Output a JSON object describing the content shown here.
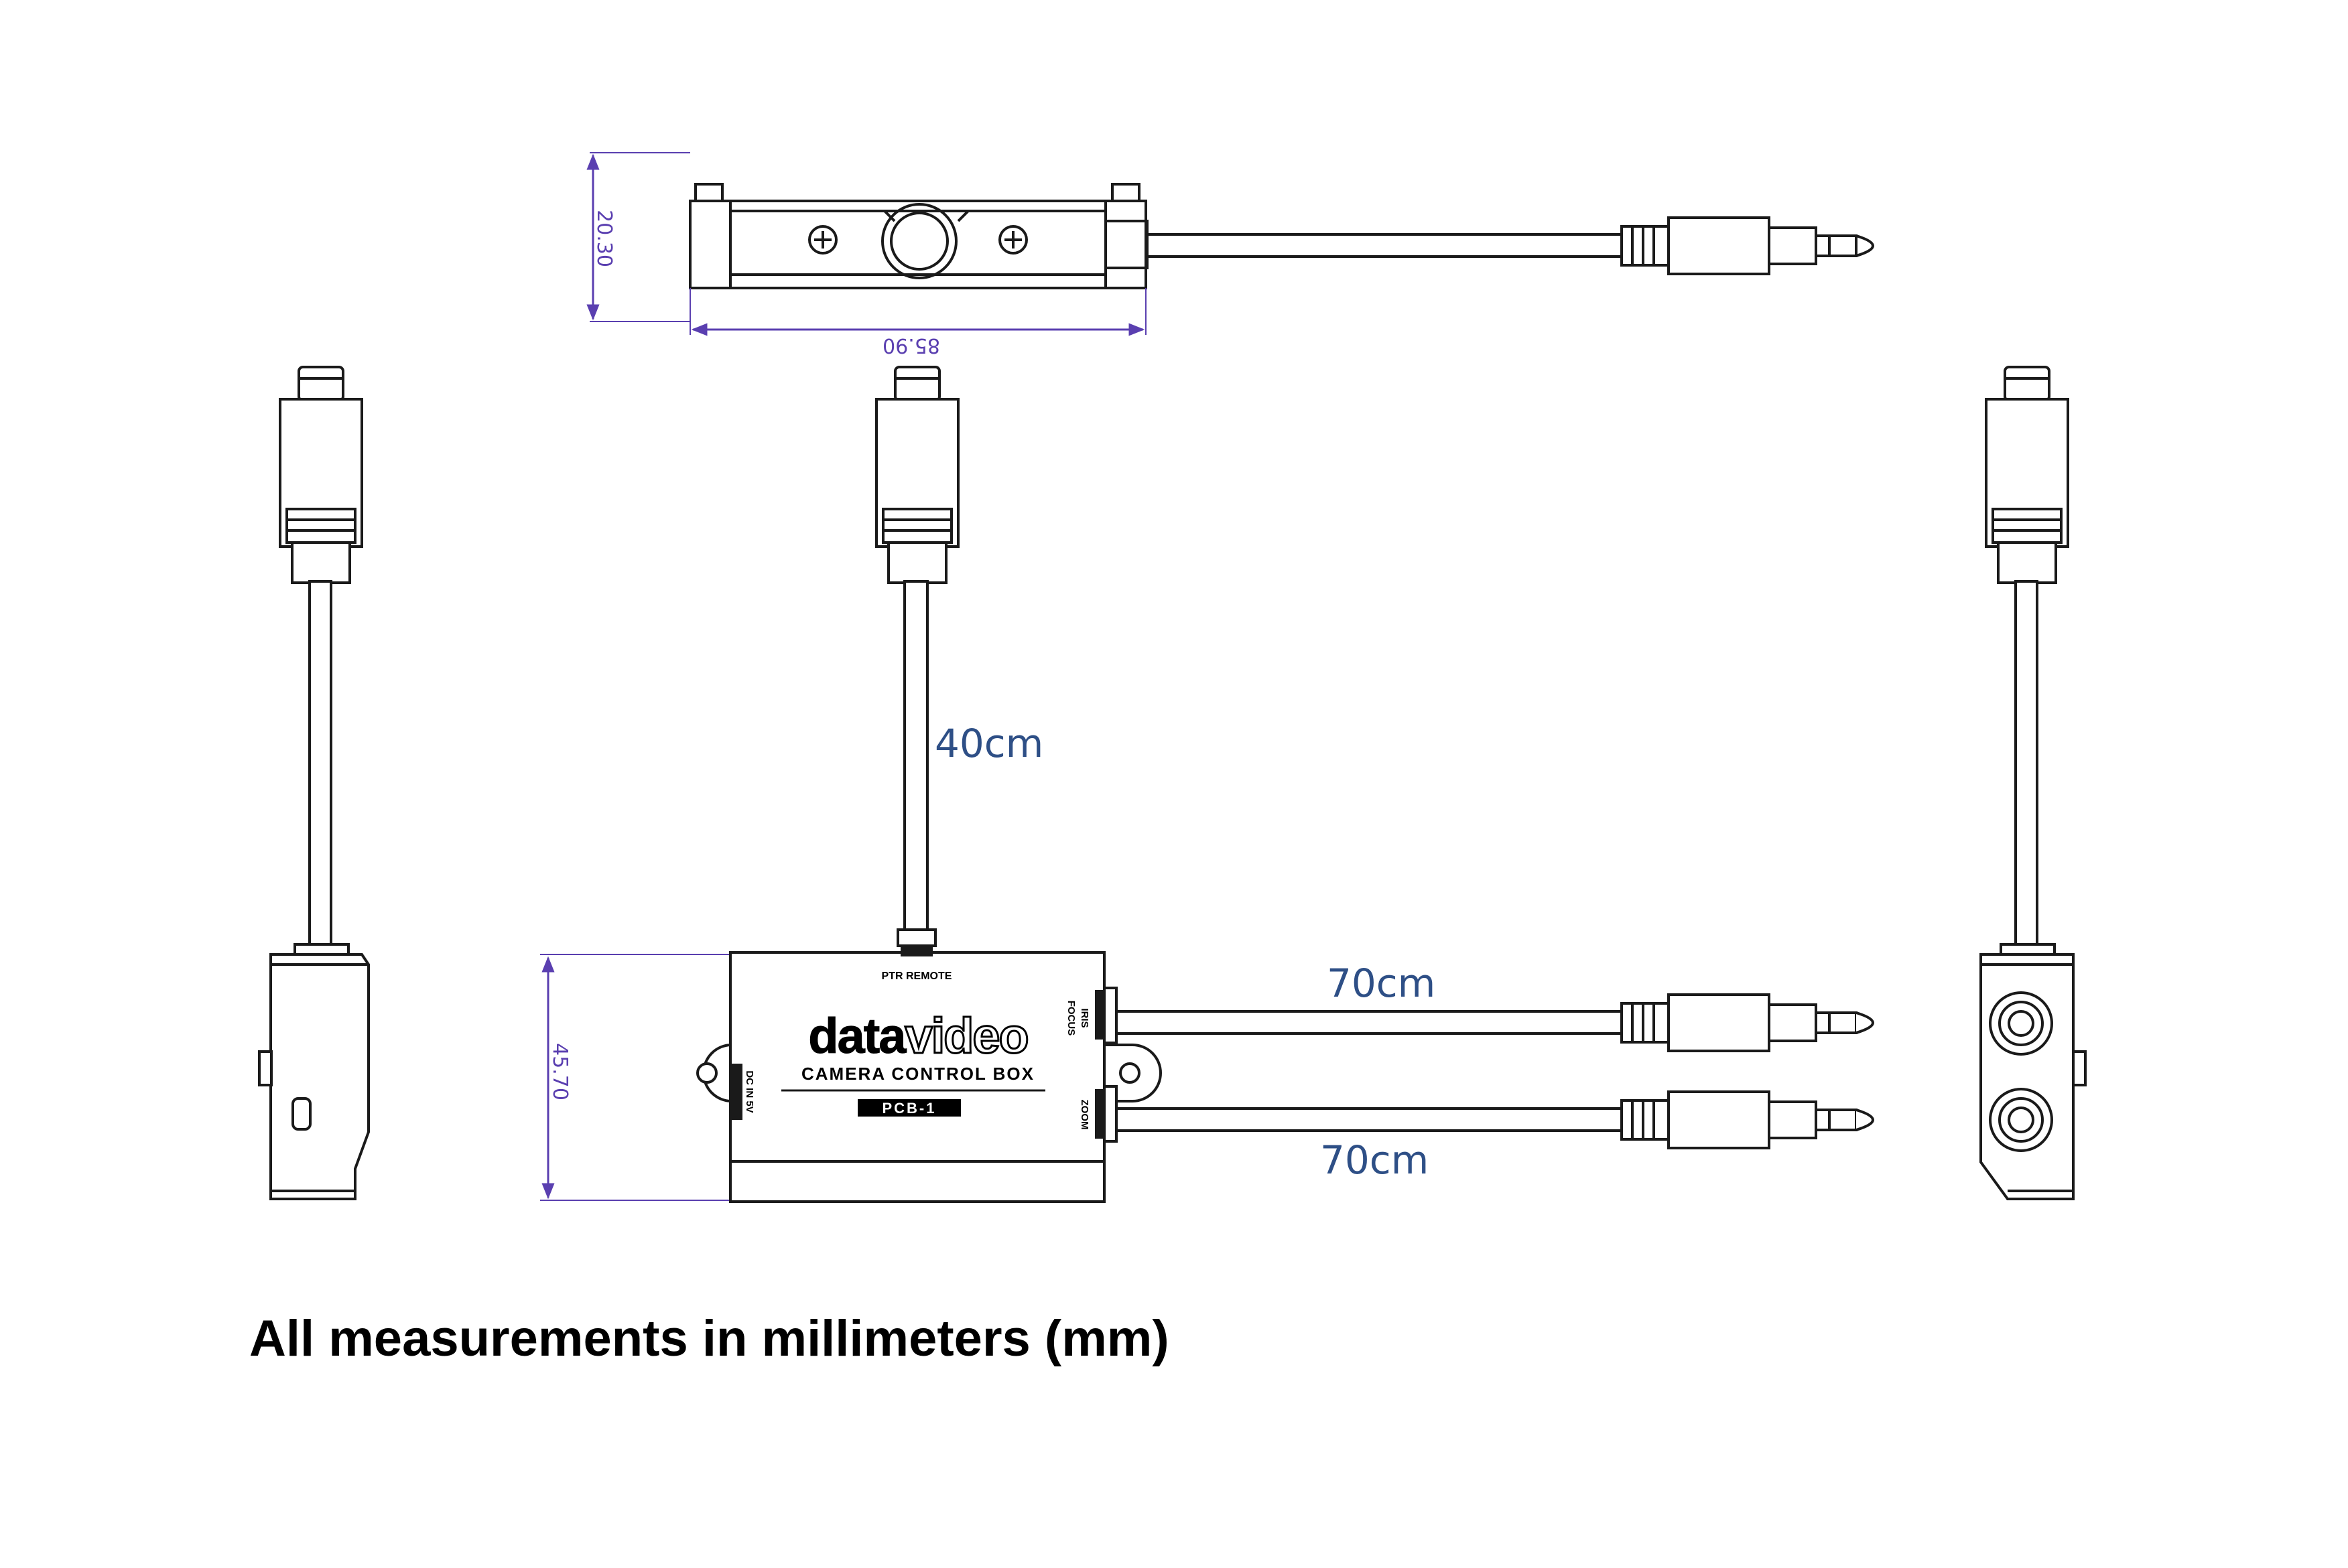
{
  "dimensions": {
    "height_top": "20.30",
    "width_top": "85.90",
    "height_front": "45.70"
  },
  "cables": {
    "remote": "40cm",
    "focus_iris": "70cm",
    "zoom": "70cm"
  },
  "device": {
    "brand_bold": "data",
    "brand_light": "video",
    "name": "CAMERA CONTROL BOX",
    "model": "PCB-1",
    "port_top": "PTR REMOTE",
    "port_left": "DC IN 5V",
    "port_focus": "FOCUS",
    "port_iris": "IRIS",
    "port_zoom": "ZOOM"
  },
  "caption": "All measurements in millimeters (mm)",
  "colors": {
    "dimension": "#5a3fb0",
    "cable_label": "#2e4f86",
    "line": "#1a1a1a"
  }
}
